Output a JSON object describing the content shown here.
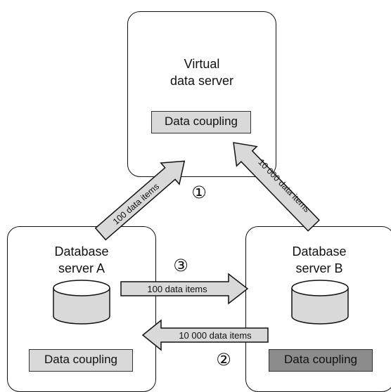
{
  "virtual_server": {
    "title_line1": "Virtual",
    "title_line2": "data server",
    "coupling_label": "Data coupling"
  },
  "server_a": {
    "title_line1": "Database",
    "title_line2": "server A",
    "coupling_label": "Data coupling"
  },
  "server_b": {
    "title_line1": "Database",
    "title_line2": "server B",
    "coupling_label": "Data coupling"
  },
  "arrows": {
    "a_to_virtual": "100 data items",
    "b_to_virtual": "10 000 data items",
    "a_to_b": "100 data items",
    "b_to_a": "10 000 data items"
  },
  "markers": {
    "m1": "①",
    "m2": "②",
    "m3": "③"
  },
  "colors": {
    "arrow_fill": "#d9d9d9",
    "coupling_fill": "#d9d9d9",
    "highlight_coupling_fill": "#8c8c8c",
    "stroke": "#111111"
  }
}
